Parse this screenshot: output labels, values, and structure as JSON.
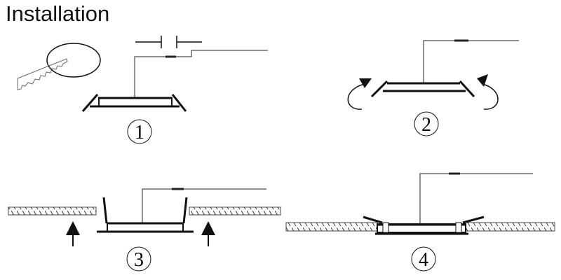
{
  "title": "Installation",
  "steps": [
    {
      "label": "1"
    },
    {
      "label": "2"
    },
    {
      "label": "3"
    },
    {
      "label": "4"
    }
  ],
  "colors": {
    "line": "#111111",
    "background": "#ffffff"
  }
}
